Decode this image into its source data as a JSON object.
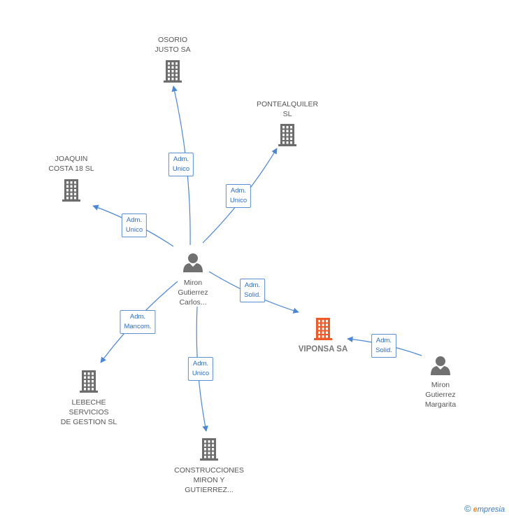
{
  "colors": {
    "edge": "#4a86d8",
    "building": "#6d6d6d",
    "building_main": "#f05a28",
    "person": "#707070",
    "edge_label_border": "#5b8dd6",
    "edge_label_text": "#2f6ebd"
  },
  "nodes": [
    {
      "id": "carlos",
      "type": "person",
      "label": "Miron\nGutierrez\nCarlos..."
    },
    {
      "id": "margarita",
      "type": "person",
      "label": "Miron\nGutierrez\nMargarita"
    },
    {
      "id": "viponsa",
      "type": "company-main",
      "label": "VIPONSA SA"
    },
    {
      "id": "osorio",
      "type": "company",
      "label": "OSORIO\nJUSTO SA"
    },
    {
      "id": "pontealquiler",
      "type": "company",
      "label": "PONTEALQUILER\nSL"
    },
    {
      "id": "joaquin",
      "type": "company",
      "label": "JOAQUIN\nCOSTA 18 SL"
    },
    {
      "id": "lebeche",
      "type": "company",
      "label": "LEBECHE\nSERVICIOS\nDE GESTION SL"
    },
    {
      "id": "construcciones",
      "type": "company",
      "label": "CONSTRUCCIONES\nMIRON Y\nGUTIERREZ..."
    }
  ],
  "edges": [
    {
      "from": "carlos",
      "to": "osorio",
      "label": "Adm.\nUnico"
    },
    {
      "from": "carlos",
      "to": "pontealquiler",
      "label": "Adm.\nUnico"
    },
    {
      "from": "carlos",
      "to": "joaquin",
      "label": "Adm.\nUnico"
    },
    {
      "from": "carlos",
      "to": "viponsa",
      "label": "Adm.\nSolid."
    },
    {
      "from": "carlos",
      "to": "lebeche",
      "label": "Adm.\nMancom."
    },
    {
      "from": "carlos",
      "to": "construcciones",
      "label": "Adm.\nUnico"
    },
    {
      "from": "margarita",
      "to": "viponsa",
      "label": "Adm.\nSolid."
    }
  ],
  "brand": {
    "copyright": "©",
    "e": "e",
    "word": "mpresia"
  }
}
